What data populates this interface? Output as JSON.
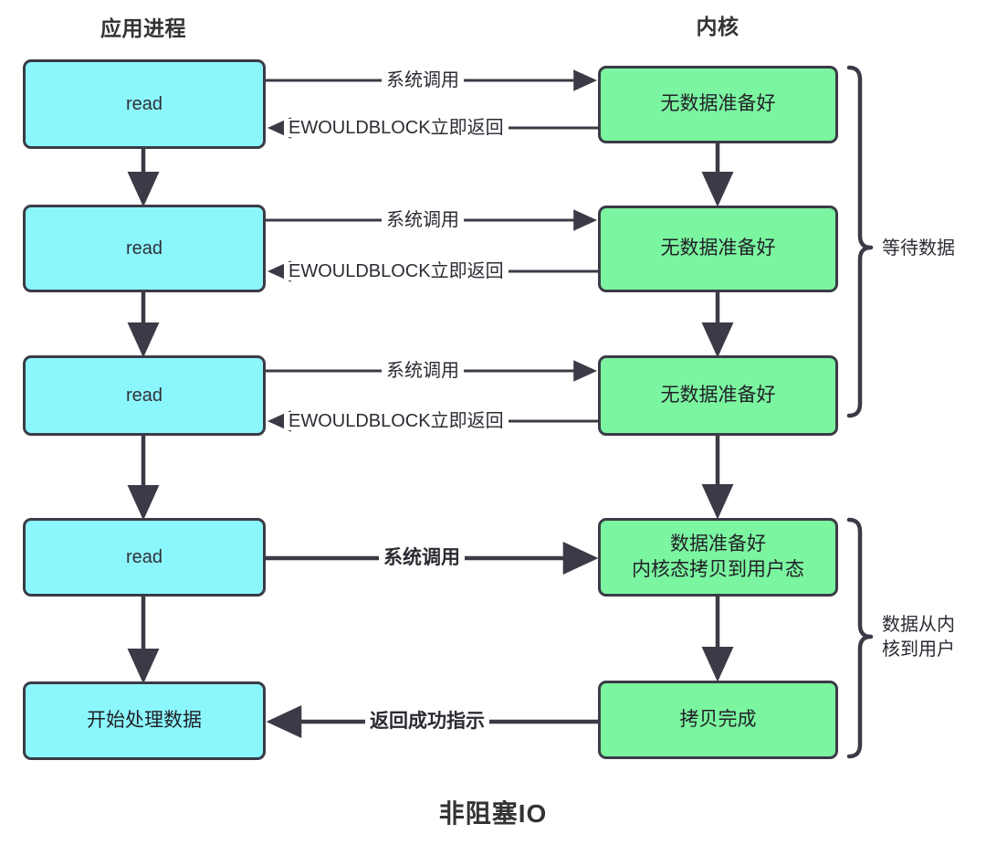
{
  "title": "非阻塞IO",
  "columns": [
    {
      "name": "process",
      "label": "应用进程"
    },
    {
      "name": "kernel",
      "label": "内核"
    }
  ],
  "colors": {
    "process_fill": "#8bf7fc",
    "kernel_fill": "#7bf5a0",
    "stroke": "#3b3b47",
    "text": "#222228",
    "background": "#ffffff"
  },
  "nodes": {
    "read1": "read",
    "read2": "read",
    "read3": "read",
    "read4": "read",
    "process_data": "开始处理数据",
    "no_data1": "无数据准备好",
    "no_data2": "无数据准备好",
    "no_data3": "无数据准备好",
    "data_ready": "数据准备好\n内核态拷贝到用户态",
    "copy_done": "拷贝完成"
  },
  "edges": {
    "syscall1": "系统调用",
    "ewouldblock1": "EWOULDBLOCK立即返回",
    "syscall2": "系统调用",
    "ewouldblock2": "EWOULDBLOCK立即返回",
    "syscall3": "系统调用",
    "ewouldblock3": "EWOULDBLOCK立即返回",
    "syscall4": "系统调用",
    "return_success": "返回成功指示"
  },
  "braces": {
    "waiting": "等待数据",
    "copying": "数据从内\n核到用户"
  }
}
